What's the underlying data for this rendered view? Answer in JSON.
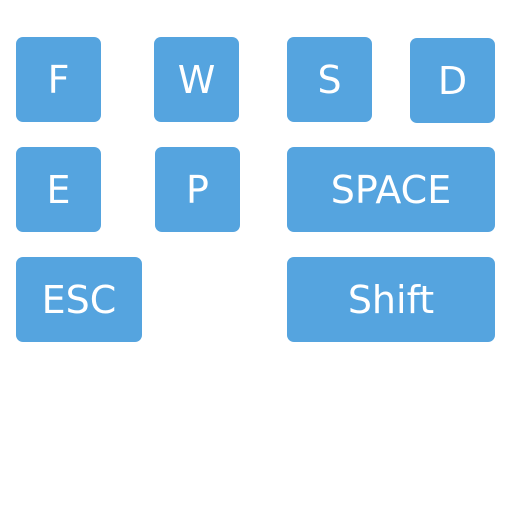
{
  "theme": {
    "key_background": "#55a4df",
    "key_text_color": "#ffffff",
    "page_background": "#ffffff"
  },
  "keys": {
    "f": "F",
    "w": "W",
    "s": "S",
    "d": "D",
    "e": "E",
    "p": "P",
    "space": "SPACE",
    "esc": "ESC",
    "shift": "Shift"
  }
}
